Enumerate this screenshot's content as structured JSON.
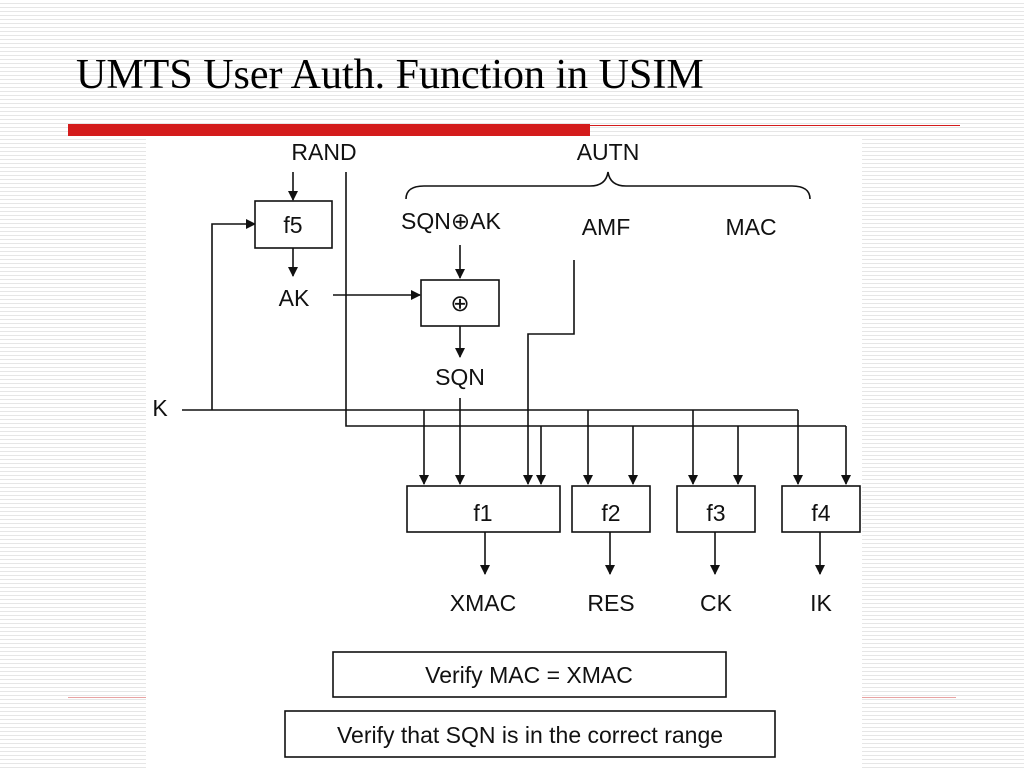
{
  "slide": {
    "title": "UMTS User Auth. Function in USIM",
    "accent_color": "#d41c1c",
    "footer_line_color": "#e8a3a3"
  },
  "diagram": {
    "inputs": {
      "rand": "RAND",
      "autn": "AUTN",
      "sqn_xor_ak": "SQN",
      "sqn_xor_ak_suffix": "AK",
      "xor_symbol": "⊕",
      "amf": "AMF",
      "mac": "MAC",
      "k": "K"
    },
    "functions": {
      "f5": "f5",
      "f1": "f1",
      "f2": "f2",
      "f3": "f3",
      "f4": "f4"
    },
    "intermediate": {
      "ak": "AK",
      "xor_box_symbol": "⊕",
      "sqn": "SQN"
    },
    "outputs": {
      "xmac": "XMAC",
      "res": "RES",
      "ck": "CK",
      "ik": "IK"
    },
    "checks": {
      "verify_mac": "Verify MAC = XMAC",
      "verify_sqn": "Verify that SQN is in the correct range"
    }
  }
}
